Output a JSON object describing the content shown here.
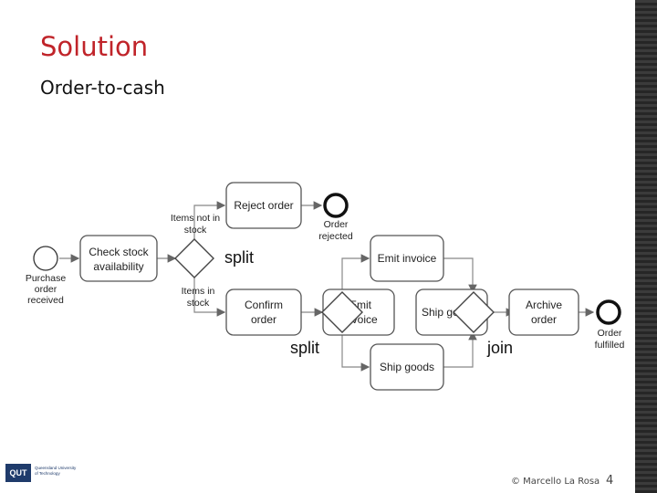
{
  "slide": {
    "title": "Solution",
    "subtitle": "Order-to-cash",
    "credit": "© Marcello La Rosa",
    "page_number": "4"
  },
  "logo": {
    "mark": "QUT",
    "line1": "Queensland University",
    "line2": "of Technology"
  },
  "diagram": {
    "events": {
      "start_label_1": "Purchase",
      "start_label_2": "order",
      "start_label_3": "received",
      "rejected_label_1": "Order",
      "rejected_label_2": "rejected",
      "fulfilled_label_1": "Order",
      "fulfilled_label_2": "fulfilled"
    },
    "tasks": {
      "check_1": "Check stock",
      "check_2": "availability",
      "reject": "Reject order",
      "confirm_1": "Confirm",
      "confirm_2": "order",
      "emit_top": "Emit invoice",
      "emit_mid_1": "Emit",
      "emit_mid_2": "invoice",
      "ship_mid": "Ship goods",
      "archive_1": "Archive",
      "archive_2": "order",
      "ship_bottom": "Ship goods"
    },
    "conditions": {
      "not_in_stock_1": "Items not in",
      "not_in_stock_2": "stock",
      "in_stock_1": "Items in",
      "in_stock_2": "stock"
    },
    "annotations": {
      "split_top": "split",
      "split_bottom": "split",
      "join": "join"
    }
  }
}
